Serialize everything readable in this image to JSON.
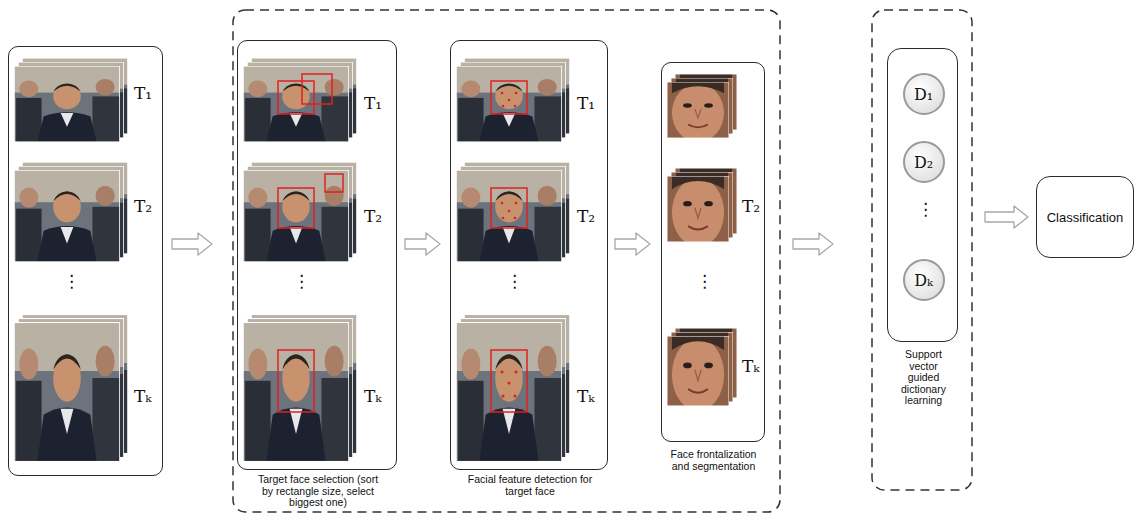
{
  "diagram": {
    "nodes": [
      {
        "text": [
          "T₁",
          "T₂",
          "⋮",
          "Tₖ"
        ]
      },
      {
        "text": [
          "T₁",
          "T₂",
          "⋮",
          "Tₖ",
          "Target face selection (sort by rectangle size, select biggest one)"
        ]
      },
      {
        "text": [
          "T₁",
          "T₂",
          "⋮",
          "Tₖ",
          "Facial feature detection for target face"
        ]
      },
      {
        "text": [
          "T₂",
          "⋮",
          "Tₖ",
          "Face frontalization and segmentation"
        ]
      },
      {
        "text": [
          "⋮",
          "Support vector guided dictionary learning"
        ]
      },
      {
        "text": [
          "D₁"
        ],
        "in": 4
      },
      {
        "text": [
          "D₂"
        ],
        "in": 4
      },
      {
        "text": [
          "Dₖ"
        ],
        "in": 4
      },
      {
        "text": [
          "Classification"
        ]
      }
    ],
    "edges": [
      {
        "from": 0,
        "to": 1,
        "arrow": "to"
      },
      {
        "from": 1,
        "to": 2,
        "arrow": "to"
      },
      {
        "from": 2,
        "to": 3,
        "arrow": "to"
      },
      {
        "from": 3,
        "to": 4,
        "arrow": "to"
      },
      {
        "from": 4,
        "to": 8,
        "arrow": "to"
      }
    ]
  }
}
